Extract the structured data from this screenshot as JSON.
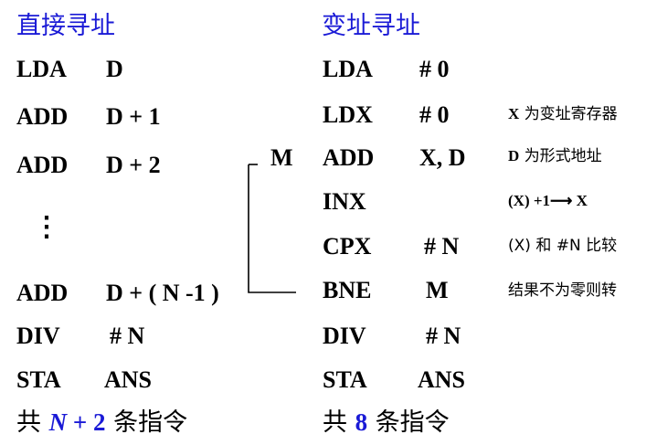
{
  "left": {
    "title": "直接寻址",
    "rows": [
      {
        "op": "LDA",
        "arg": "D"
      },
      {
        "op": "ADD",
        "arg": "D + 1"
      },
      {
        "op": "ADD",
        "arg": "D + 2"
      },
      {
        "op": "ADD",
        "arg": "D + ( N -1 )"
      },
      {
        "op": "DIV",
        "arg": "# N"
      },
      {
        "op": "STA",
        "arg": "ANS"
      }
    ],
    "ellipsis": "⋮",
    "footer": {
      "prefix": "共",
      "var": "N",
      "plus": "+ 2",
      "suffix": "条指令"
    }
  },
  "right": {
    "title": "变址寻址",
    "label_m": "M",
    "rows": [
      {
        "op": "LDA",
        "arg": "# 0",
        "comment": ""
      },
      {
        "op": "LDX",
        "arg": "# 0",
        "comment_b": "X",
        "comment": "为变址寄存器"
      },
      {
        "op": "ADD",
        "arg": "X, D",
        "comment_b": "D",
        "comment": "为形式地址"
      },
      {
        "op": "INX",
        "arg": "",
        "comment": "(X) +1⟶ X"
      },
      {
        "op": "CPX",
        "arg": "# N",
        "comment": "(X) 和 #N 比较"
      },
      {
        "op": "BNE",
        "arg": "M",
        "comment": "结果不为零则转"
      },
      {
        "op": "DIV",
        "arg": "# N",
        "comment": ""
      },
      {
        "op": "STA",
        "arg": "ANS",
        "comment": ""
      }
    ],
    "footer": {
      "prefix": "共",
      "count": "8",
      "suffix": "条指令"
    }
  }
}
